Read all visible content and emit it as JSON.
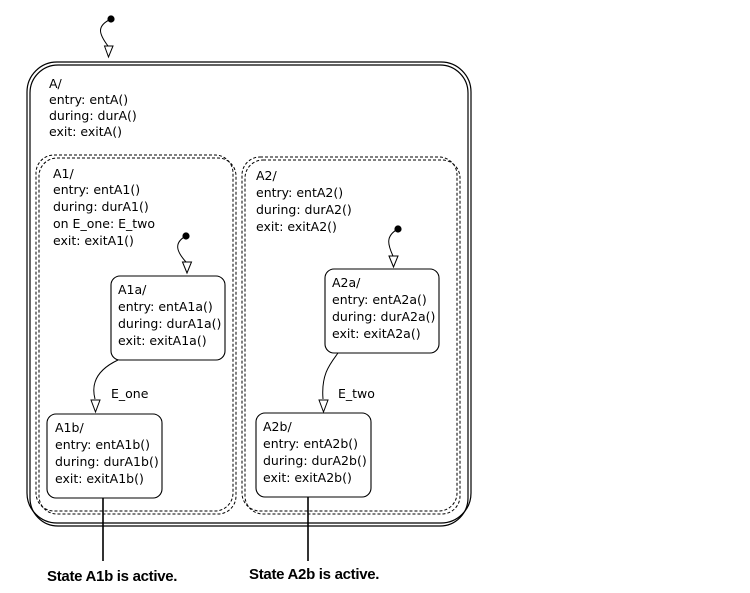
{
  "diagram": {
    "state_A": {
      "name": "A/",
      "entry": "entry: entA()",
      "during": "during: durA()",
      "exit": "exit: exitA()"
    },
    "state_A1": {
      "name": "A1/",
      "entry": "entry: entA1()",
      "during": "during: durA1()",
      "on": "on E_one: E_two",
      "exit": "exit: exitA1()"
    },
    "state_A2": {
      "name": "A2/",
      "entry": "entry: entA2()",
      "during": "during: durA2()",
      "exit": "exit: exitA2()"
    },
    "state_A1a": {
      "name": "A1a/",
      "entry": "entry: entA1a()",
      "during": "during: durA1a()",
      "exit": "exit: exitA1a()"
    },
    "state_A1b": {
      "name": "A1b/",
      "entry": "entry: entA1b()",
      "during": "during: durA1b()",
      "exit": "exit: exitA1b()"
    },
    "state_A2a": {
      "name": "A2a/",
      "entry": "entry: entA2a()",
      "during": "during: durA2a()",
      "exit": "exit: exitA2a()"
    },
    "state_A2b": {
      "name": "A2b/",
      "entry": "entry: entA2b()",
      "during": "during: durA2b()",
      "exit": "exit: exitA2b()"
    },
    "transitions": {
      "a1a_to_a1b": "E_one",
      "a2a_to_a2b": "E_two"
    },
    "callouts": {
      "a1b_active": "State A1b is active.",
      "a2b_active": "State A2b is active."
    }
  }
}
